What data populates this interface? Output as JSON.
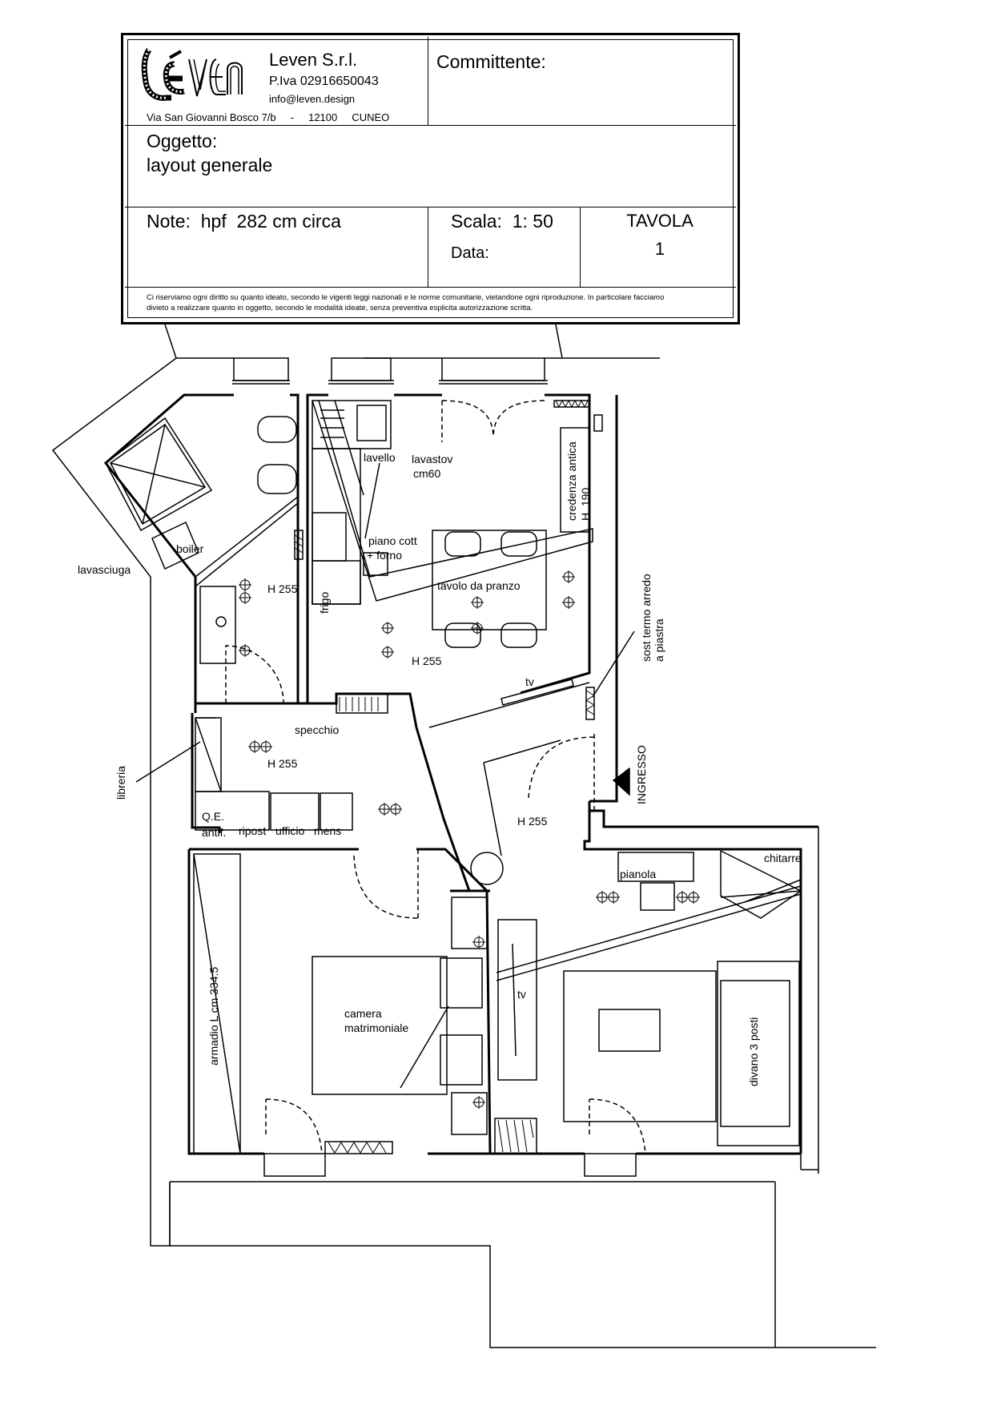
{
  "title_block": {
    "company": "Leven S.r.l.",
    "vat": "P.Iva 02916650043",
    "email": "info@leven.design",
    "address": "Via San Giovanni Bosco 7/b     -     12100     CUNEO",
    "logo_text": "LEVEN",
    "client_label": "Committente:",
    "subject_label": "Oggetto:",
    "subject_value": "layout generale",
    "note": "Note:  hpf  282 cm circa",
    "scale": "Scala:  1: 50",
    "date_label": "Data:",
    "sheet_label": "TAVOLA",
    "sheet_number": "1",
    "disclaimer_line1": "Ci riserviamo ogni diritto su quanto ideato, secondo le vigenti leggi nazionali e le norme comunitarie, vietandone ogni riproduzione. In particolare facciamo",
    "disclaimer_line2": "divieto a realizzare quanto in oggetto, secondo le modalità ideate, senza preventiva esplicita autorizzazione scritta."
  },
  "plan_labels": {
    "lavello": "lavello",
    "lavastov": "lavastov",
    "lavastov_size": "cm60",
    "credenza": "credenza antica",
    "credenza_h": "H. 190",
    "boiler": "boiler",
    "lavasciuga": "lavasciuga",
    "piano_cott": "piano cott",
    "forno": "+ forno",
    "tavolo": "tavolo da pranzo",
    "frigo": "frigo",
    "h255": "H 255",
    "tv": "tv",
    "sost1": "sost termo arredo",
    "sost2": "a piastra",
    "specchio": "specchio",
    "libreria": "libreria",
    "ingresso": "INGRESSO",
    "qe": "Q.E.",
    "antif": "antif.",
    "ripost": "ripost",
    "ufficio": "ufficio",
    "mens": "mens",
    "chitarre": "chitarre",
    "pianola": "pianola",
    "armadio": "armadio L cm 334.5",
    "camera1": "camera",
    "camera2": "matrimoniale",
    "divano": "divano 3 posti"
  }
}
